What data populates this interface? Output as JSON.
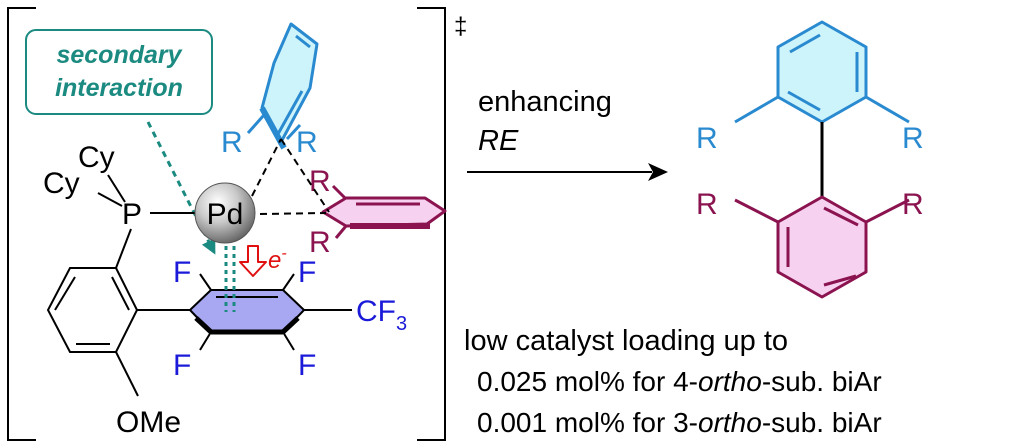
{
  "ts_label": "‡",
  "callout": {
    "line1": "secondary",
    "line2": "interaction"
  },
  "ligand": {
    "cy1": "Cy",
    "cy2": "Cy",
    "p": "P",
    "pd": "Pd",
    "ome": "OMe",
    "f1": "F",
    "f2": "F",
    "f3": "F",
    "f4": "F",
    "cf3_main": "CF",
    "cf3_sub": "3",
    "electron": "e",
    "electron_sup": "-"
  },
  "substituents": {
    "blue_r1": "R",
    "blue_r2": "R",
    "purple_r1": "R",
    "purple_r2": "R"
  },
  "arrow": {
    "line1": "enhancing",
    "line2": "RE"
  },
  "product": {
    "blue_r_left": "R",
    "blue_r_right": "R",
    "purple_r_left": "R",
    "purple_r_right": "R"
  },
  "notes": {
    "line1": "low catalyst loading up to",
    "line2_pre": "0.025 mol% for 4-",
    "line2_em": "ortho",
    "line2_post": "-sub. biAr",
    "line3_pre": "0.001 mol% for 3-",
    "line3_em": "ortho",
    "line3_post": "-sub. biAr"
  },
  "colors": {
    "teal": "#1b8a80",
    "blue": "#2a8ad0",
    "blue_fill": "#cdf3fb",
    "purple": "#8b1450",
    "pink_fill": "#f7d2f0",
    "lavender_fill": "#a7a7f2",
    "f_blue": "#1a1ad8",
    "red": "#e01010"
  }
}
